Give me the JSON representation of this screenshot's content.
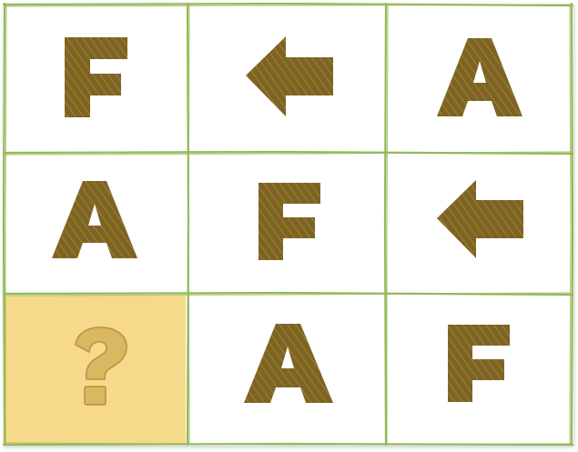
{
  "puzzle": {
    "colors": {
      "grid": "#94b956",
      "glyph_fill": "#7d6324",
      "glyph_hatch": "#a58c2f",
      "question_bg": "#f6d98a",
      "question_fill": "#d9b861",
      "question_stroke": "#b39341",
      "cell_bg": "#ffffff"
    },
    "cells": [
      {
        "row": 0,
        "col": 0,
        "symbol": "F",
        "kind": "letter"
      },
      {
        "row": 0,
        "col": 1,
        "symbol": "left-arrow",
        "kind": "arrow"
      },
      {
        "row": 0,
        "col": 2,
        "symbol": "A",
        "kind": "letter"
      },
      {
        "row": 1,
        "col": 0,
        "symbol": "A",
        "kind": "letter"
      },
      {
        "row": 1,
        "col": 1,
        "symbol": "F",
        "kind": "letter"
      },
      {
        "row": 1,
        "col": 2,
        "symbol": "left-arrow",
        "kind": "arrow"
      },
      {
        "row": 2,
        "col": 0,
        "symbol": "?",
        "kind": "question"
      },
      {
        "row": 2,
        "col": 1,
        "symbol": "A",
        "kind": "letter"
      },
      {
        "row": 2,
        "col": 2,
        "symbol": "F",
        "kind": "letter"
      }
    ]
  }
}
